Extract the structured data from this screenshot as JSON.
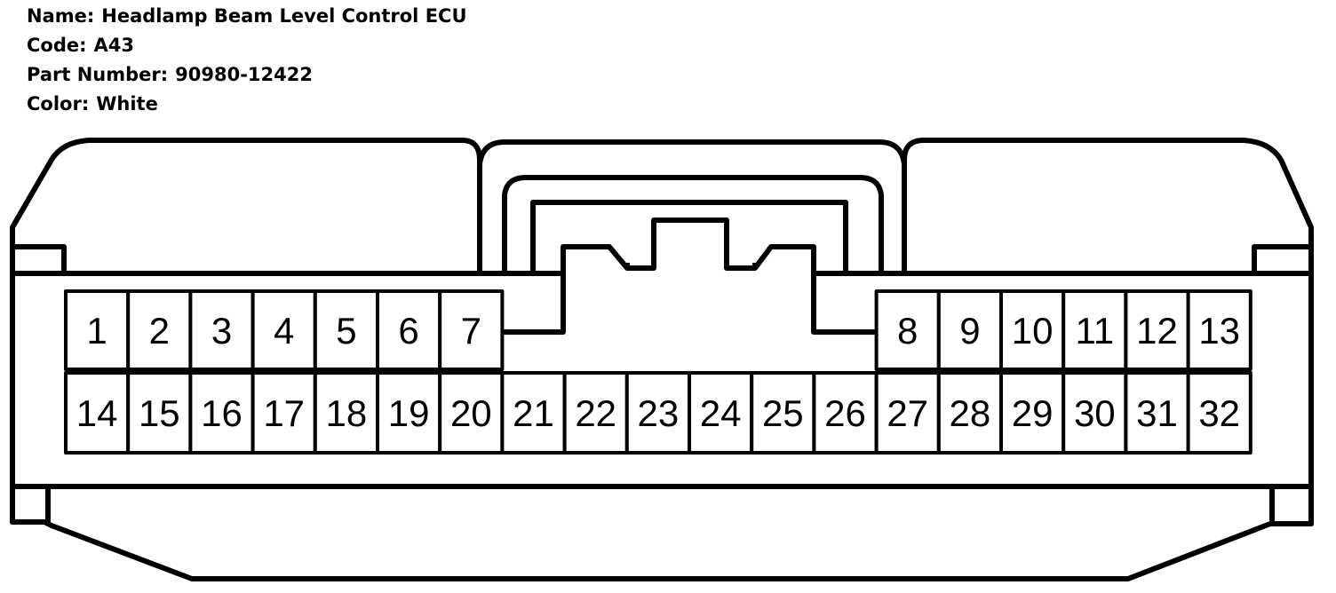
{
  "connector": {
    "name_label": "Name:",
    "name": "Headlamp Beam Level Control ECU",
    "code_label": "Code:",
    "code": "A43",
    "part_number_label": "Part Number:",
    "part_number": "90980-12422",
    "color_label": "Color:",
    "color": "White"
  },
  "pins": {
    "top_left": [
      "1",
      "2",
      "3",
      "4",
      "5",
      "6",
      "7"
    ],
    "top_right": [
      "8",
      "9",
      "10",
      "11",
      "12",
      "13"
    ],
    "bottom": [
      "14",
      "15",
      "16",
      "17",
      "18",
      "19",
      "20",
      "21",
      "22",
      "23",
      "24",
      "25",
      "26",
      "27",
      "28",
      "29",
      "30",
      "31",
      "32"
    ]
  },
  "colors": {
    "line": "#000000",
    "fill": "#ffffff"
  }
}
